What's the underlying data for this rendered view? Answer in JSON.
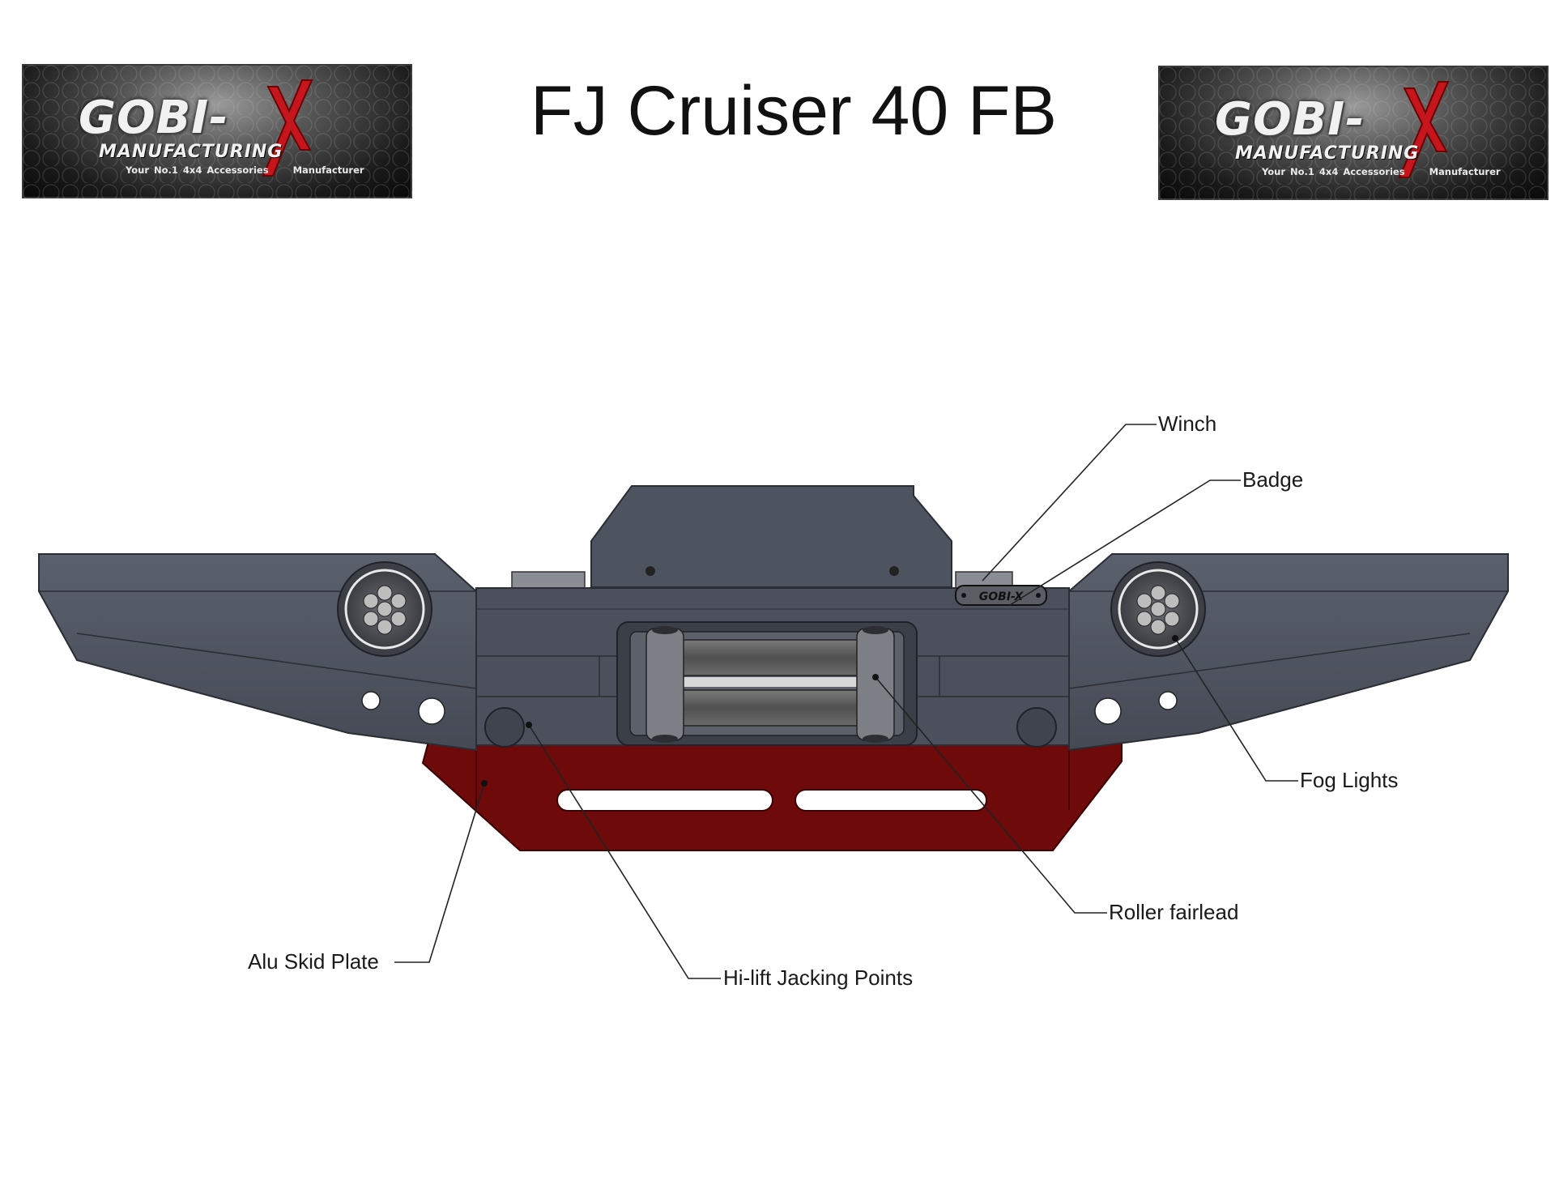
{
  "title": "FJ Cruiser 40 FB",
  "logo": {
    "brand": "GOBI-",
    "mark": "X",
    "subtitle": "MANUFACTURING",
    "tagline_left": "Your No.1 4x4 Accessories",
    "tagline_right": "Manufacturer"
  },
  "callouts": {
    "winch": "Winch",
    "badge": "Badge",
    "fog_lights": "Fog Lights",
    "roller_fairlead": "Roller fairlead",
    "alu_skid_plate": "Alu Skid Plate",
    "hi_lift_jacking_points": "Hi-lift Jacking Points"
  },
  "badge_text": "GOBI-X",
  "colors": {
    "bumper_steel": "#4f5561",
    "bumper_dark": "#3e434d",
    "skid_plate": "#6e0a0a",
    "leader_line": "#222222"
  }
}
